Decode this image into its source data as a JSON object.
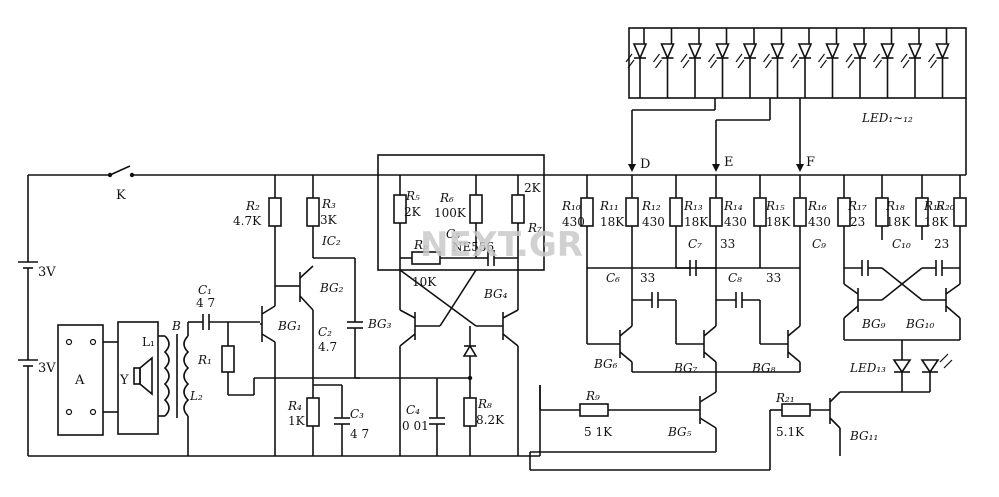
{
  "labels": {
    "switch": "K",
    "battery1": "3V",
    "battery2": "3V",
    "block_a": "A",
    "speaker": "Y",
    "coil_l1": "L₁",
    "coil_b": "B",
    "coil_l2": "L₂",
    "c1_name": "C₁",
    "c1_val": "4 7",
    "r1": "R₁",
    "r2_name": "R₂",
    "r2_val": "4.7K",
    "bg1": "BG₁",
    "r3_name": "R₃",
    "r3_val": "3K",
    "ic2": "IC₂",
    "bg2": "BG₂",
    "c2_name": "C₂",
    "c2_val": "4.7",
    "r4_name": "R₄",
    "r4_val": "1K",
    "c3_name": "C₃",
    "c3_val": "4 7",
    "r5_name": "R₅",
    "r5_val": "2K",
    "r6_name": "R₆",
    "r6_val": "100K",
    "r7_name": "R₇",
    "r7_val": "2K",
    "rp_name": "Rₚ",
    "rp_val": "10K",
    "ne556": "NE556",
    "c5_name": "C₅",
    "bg3": "BG₃",
    "bg4": "BG₄",
    "c4_name": "C₄",
    "c4_val": "0 01",
    "r8_name": "R₈",
    "r8_val": "8.2K",
    "r9_name": "R₉",
    "r9_val": "5 1K",
    "bg5": "BG₅",
    "r10_name": "R₁₀",
    "r10_val": "430",
    "r11_name": "R₁₁",
    "r11_val": "18K",
    "r12_name": "R₁₂",
    "r12_val": "430",
    "r13_name": "R₁₃",
    "r13_val": "18K",
    "r14_name": "R₁₄",
    "r14_val": "430",
    "r15_name": "R₁₅",
    "r15_val": "18K",
    "r16_name": "R₁₆",
    "r16_val": "430",
    "c6_name": "C₆",
    "c6_val": "33",
    "c7_name": "C₇",
    "c7_val": "33",
    "c8_name": "C₈",
    "c8_val": "33",
    "c9_name": "C₉",
    "r17_name": "R₁₇",
    "r17_val": "23",
    "r18_name": "R₁₈",
    "r18_val": "18K",
    "r19_name": "R₁₉",
    "r19_val": "18K",
    "r20_name": "R₂₀",
    "r20_val": "23",
    "c10_name": "C₁₀",
    "bg6": "BG₆",
    "bg7": "BG₇",
    "bg8": "BG₈",
    "bg9": "BG₉",
    "bg10": "BG₁₀",
    "bg11": "BG₁₁",
    "r21_name": "R₂₁",
    "r21_val": "5.1K",
    "led_group": "LED₁∼₁₂",
    "led13": "LED₁₃",
    "node_d": "D",
    "node_e": "E",
    "node_f": "F",
    "watermark": "NEXT.GR"
  }
}
